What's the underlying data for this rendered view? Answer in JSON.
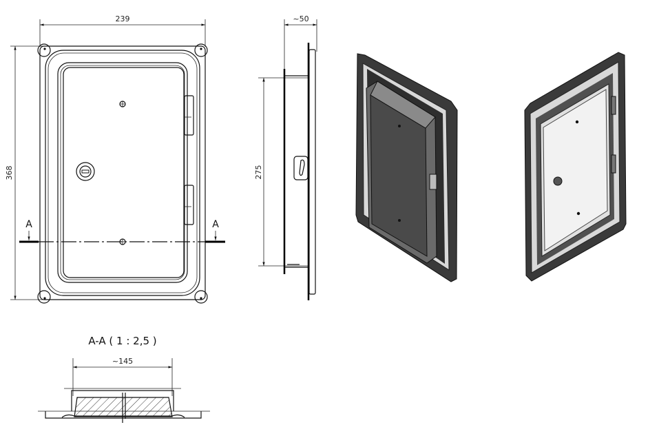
{
  "drawing": {
    "front_view": {
      "width_dimension": "239",
      "height_dimension": "368",
      "section_marker_left": "A",
      "section_marker_right": "A"
    },
    "side_view": {
      "depth_dimension": "~50",
      "opening_height_dimension": "275"
    },
    "section_view": {
      "title": "A-A ( 1 : 2,5 )",
      "width_dimension": "~145"
    },
    "colors": {
      "line": "#111111",
      "render_dark": "#3a3a3a",
      "render_mid": "#6a6a6a",
      "render_light": "#d8d8d8"
    }
  }
}
